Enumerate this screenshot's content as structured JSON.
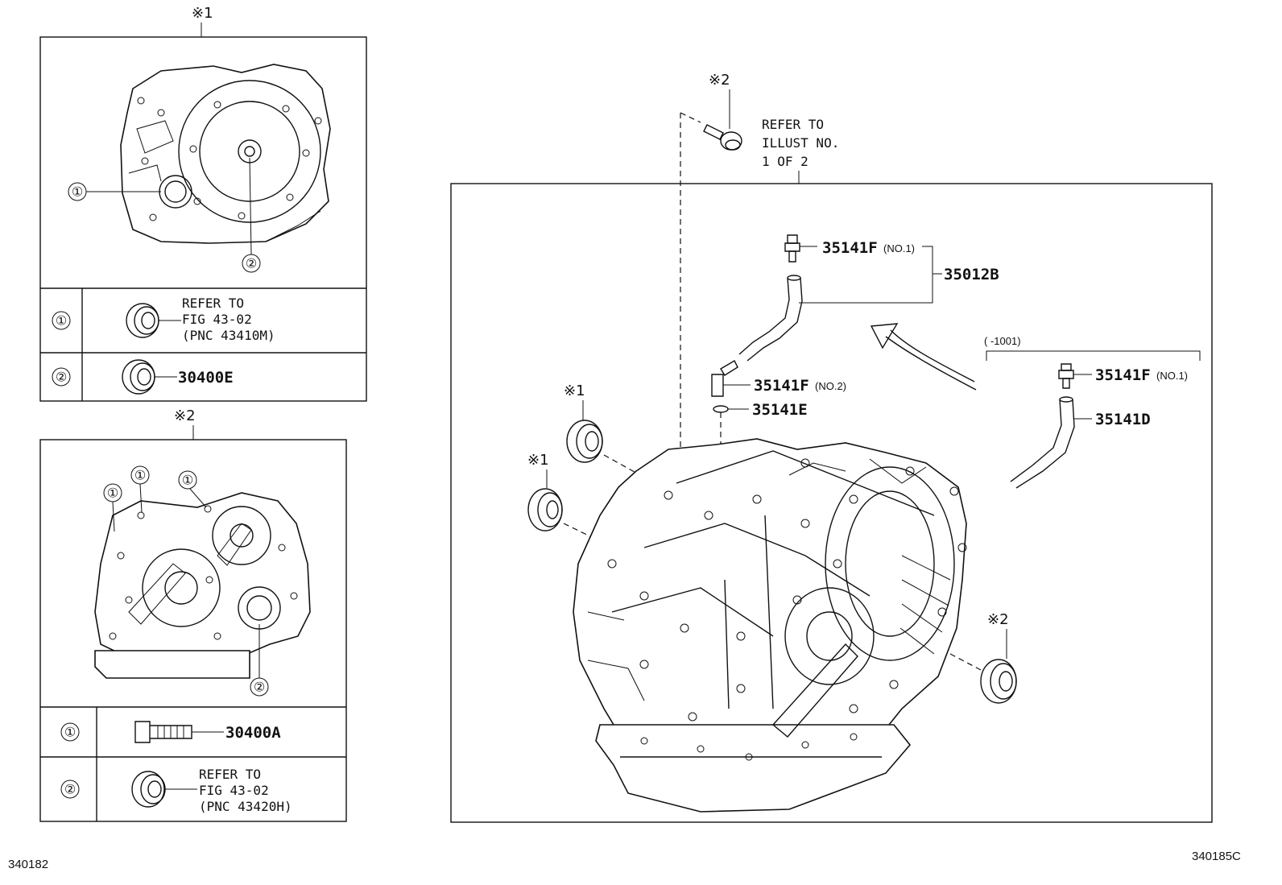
{
  "panel1": {
    "marker": "※1",
    "callouts": [
      "①",
      "②"
    ],
    "rows": [
      {
        "num": "①",
        "ref": [
          "REFER TO",
          "FIG 43-02",
          "(PNC 43410M)"
        ]
      },
      {
        "num": "②",
        "part": "30400E"
      }
    ]
  },
  "panel2": {
    "marker": "※2",
    "callouts": [
      "①",
      "①",
      "①",
      "②"
    ],
    "rows": [
      {
        "num": "①",
        "part": "30400A"
      },
      {
        "num": "②",
        "ref": [
          "REFER TO",
          "FIG 43-02",
          "(PNC 43420H)"
        ]
      }
    ]
  },
  "main": {
    "top_marker": "※2",
    "refer": [
      "REFER TO",
      "ILLUST NO.",
      "1 OF 2"
    ],
    "labels": {
      "p35141F_1": "35141F",
      "p35141F_1_note": "(NO.1)",
      "p35012B": "35012B",
      "p35141F_2": "35141F",
      "p35141F_2_note": "(NO.2)",
      "p35141E": "35141E",
      "range": "(    -1001)",
      "p35141F_3": "35141F",
      "p35141F_3_note": "(NO.1)",
      "p35141D": "35141D"
    },
    "seal_markers": [
      "※1",
      "※1",
      "※2"
    ]
  },
  "footer": {
    "left": "340182",
    "right": "340185C"
  }
}
